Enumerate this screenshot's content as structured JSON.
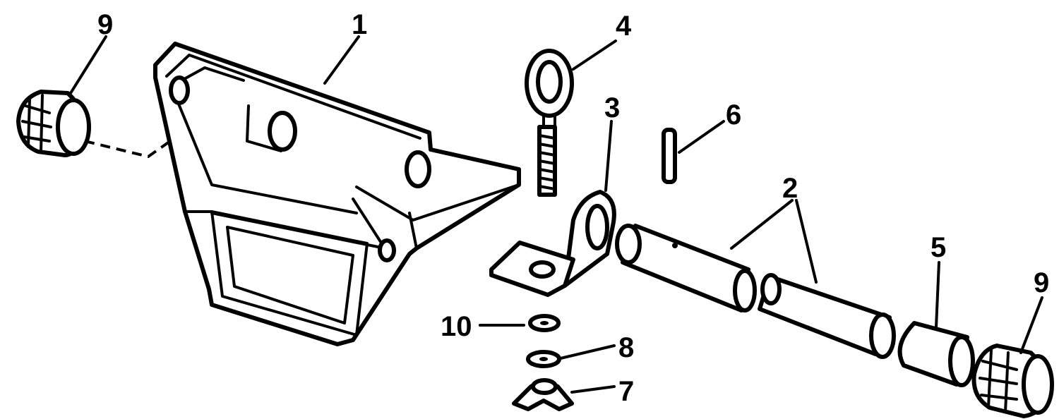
{
  "callouts": {
    "part_1": "1",
    "part_2": "2",
    "part_3": "3",
    "part_4": "4",
    "part_5": "5",
    "part_6": "6",
    "part_7": "7",
    "part_8": "8",
    "part_9_left": "9",
    "part_9_right": "9",
    "part_10": "10"
  }
}
